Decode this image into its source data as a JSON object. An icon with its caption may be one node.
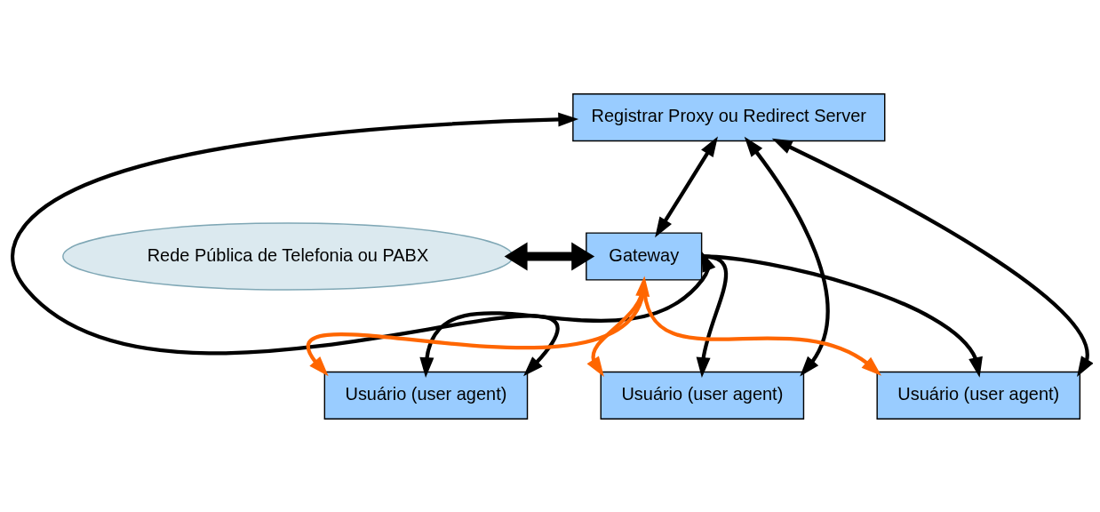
{
  "diagram": {
    "nodes": [
      {
        "text": [
          "Rede Pública de Telefonia ou PABX"
        ]
      },
      {
        "text": [
          "Registrar Proxy ou Redirect Server"
        ]
      },
      {
        "text": [
          "Gateway"
        ]
      },
      {
        "text": [
          "Usuário (user agent)"
        ]
      },
      {
        "text": [
          "Usuário (user agent)"
        ]
      },
      {
        "text": [
          "Usuário (user agent)"
        ]
      }
    ],
    "edges": [
      {
        "from": 0,
        "to": 2,
        "arrow": "both",
        "style": "thick"
      },
      {
        "from": 1,
        "to": 2,
        "arrow": "both"
      },
      {
        "from": 1,
        "to": 3,
        "arrow": "both"
      },
      {
        "from": 1,
        "to": 4,
        "arrow": "both"
      },
      {
        "from": 1,
        "to": 5,
        "arrow": "both"
      },
      {
        "from": 2,
        "to": 3,
        "arrow": "both"
      },
      {
        "from": 2,
        "to": 4,
        "arrow": "to"
      },
      {
        "from": 2,
        "to": 5,
        "arrow": "to"
      },
      {
        "from": 2,
        "to": 3,
        "arrow": "both",
        "color": "#ff6600"
      },
      {
        "from": 2,
        "to": 4,
        "arrow": "to",
        "color": "#ff6600"
      },
      {
        "from": 2,
        "to": 5,
        "arrow": "to",
        "color": "#ff6600"
      }
    ]
  }
}
